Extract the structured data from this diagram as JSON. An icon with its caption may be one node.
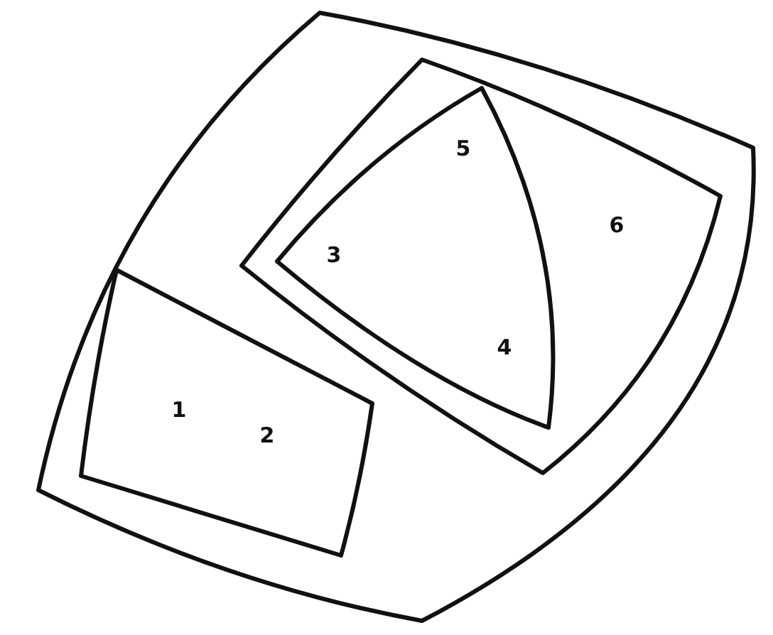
{
  "diagram": {
    "nodes": [
      {
        "text": [],
        "shape": "box"
      },
      {
        "text": [
          "1",
          "2"
        ],
        "in": 0
      },
      {
        "text": [
          "6"
        ],
        "in": 0
      },
      {
        "text": [
          "5",
          "3",
          "4"
        ],
        "in": 2
      }
    ]
  }
}
